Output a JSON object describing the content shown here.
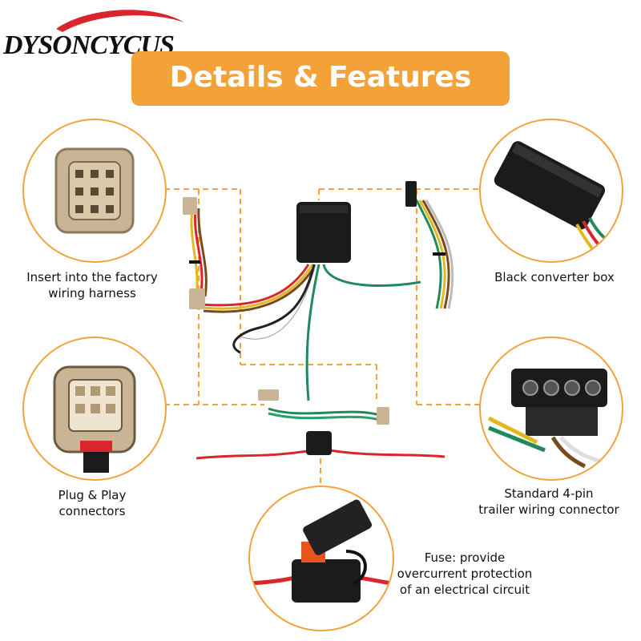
{
  "brand": {
    "name": "DYSONCYCUS",
    "swoosh_color": "#d8262c"
  },
  "banner": {
    "title": "Details & Features",
    "color": "#f3a23a"
  },
  "colors": {
    "accent": "#f3a23a",
    "wire_red": "#d9262c",
    "wire_green": "#1f8a5b",
    "wire_brown": "#7a4a1f",
    "wire_yellow": "#e3b81c",
    "box_black": "#1b1b1b",
    "connector_tan": "#c9b596"
  },
  "features": [
    {
      "id": "factory",
      "lines": [
        "Insert into the factory",
        "wiring harness"
      ],
      "icon": "factory-connector-icon"
    },
    {
      "id": "converter",
      "lines": [
        "Black converter box"
      ],
      "icon": "converter-box-icon"
    },
    {
      "id": "plug",
      "lines": [
        "Plug & Play",
        "connectors"
      ],
      "icon": "plug-connector-icon"
    },
    {
      "id": "fourpin",
      "lines": [
        "Standard 4-pin",
        "trailer wiring connector"
      ],
      "icon": "four-pin-connector-icon"
    },
    {
      "id": "fuse",
      "lines": [
        "Fuse: provide",
        "overcurrent protection",
        "of an electrical circuit"
      ],
      "icon": "fuse-holder-icon"
    }
  ]
}
